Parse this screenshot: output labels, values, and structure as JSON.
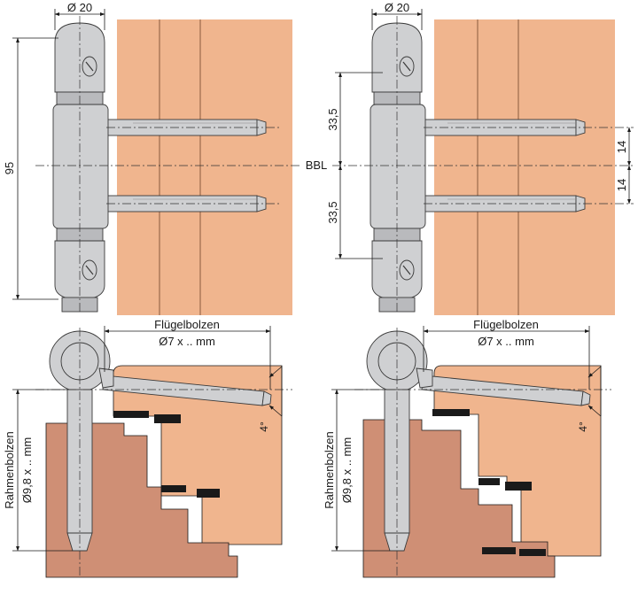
{
  "labels": {
    "diameter_top_left": "Ø 20",
    "diameter_top_right": "Ø 20",
    "height_dim": "95",
    "spacing_upper": "33,5",
    "spacing_lower": "33,5",
    "offset_upper": "14",
    "offset_lower": "14",
    "bbl": "BBL",
    "sash_pin_title_left": "Flügelbolzen",
    "sash_pin_size_left": "Ø7 x .. mm",
    "sash_pin_title_right": "Flügelbolzen",
    "sash_pin_size_right": "Ø7 x .. mm",
    "frame_pin_title_left": "Rahmenbolzen",
    "frame_pin_size_left": "Ø9,8 x .. mm",
    "frame_pin_title_right": "Rahmenbolzen",
    "frame_pin_size_right": "Ø9,8 x .. mm",
    "angle_left": "4°",
    "angle_right": "4°"
  },
  "colors": {
    "wood_face": "#f0b58e",
    "frame_wood": "#cf8f75",
    "metal": "#cfd0d2"
  }
}
